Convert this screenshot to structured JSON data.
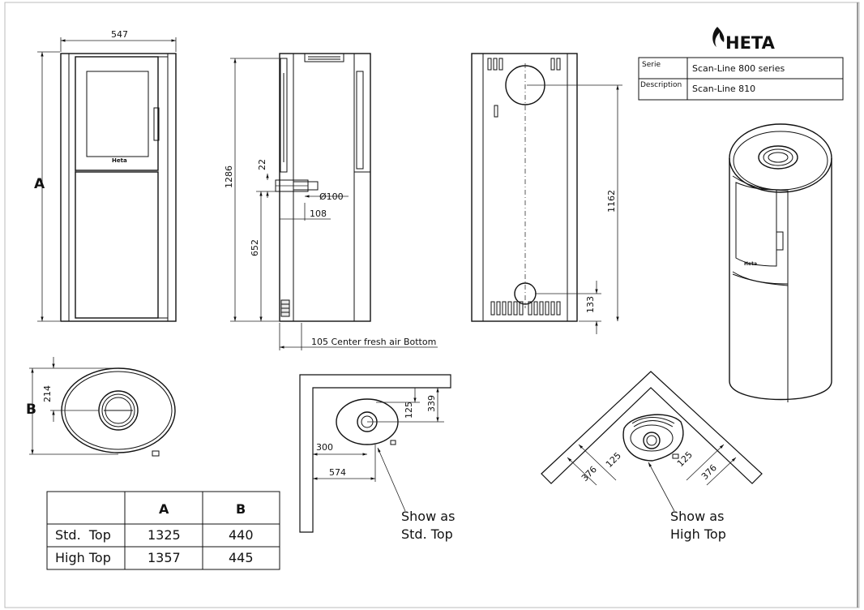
{
  "title_block": {
    "brand": "HETA",
    "serie_label": "Serie",
    "serie_value": "Scan-Line 800 series",
    "description_label": "Description",
    "description_value": "Scan-Line 810"
  },
  "front_view": {
    "width_dim": "547",
    "height_label": "A"
  },
  "side_view": {
    "height_dim": "1286",
    "d22": "22",
    "d652": "652",
    "pipe_dim": "Ø100",
    "d108": "108",
    "fresh_air_note": "105 Center fresh air Bottom"
  },
  "back_view": {
    "height_dim": "1162",
    "d133": "133"
  },
  "top_view": {
    "depth_label": "B",
    "d214": "214"
  },
  "std_corner": {
    "d300": "300",
    "d574": "574",
    "d125": "125",
    "d339": "339",
    "note_line1": "Show as",
    "note_line2": "Std. Top"
  },
  "high_corner": {
    "d125a": "125",
    "d125b": "125",
    "d376a": "376",
    "d376b": "376",
    "note_line1": "Show as",
    "note_line2": "High Top"
  },
  "dimension_table": {
    "headers": [
      "",
      "A",
      "B"
    ],
    "rows": [
      [
        "Std.  Top",
        "1325",
        "440"
      ],
      [
        "High Top",
        "1357",
        "445"
      ]
    ]
  }
}
